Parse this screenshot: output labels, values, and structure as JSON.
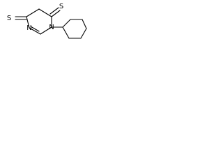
{
  "diagram": {
    "type": "chemical-structure",
    "atoms": {
      "sulfur_top": "S",
      "sulfur_left": "S",
      "nitrogen_ring_upper": "N",
      "nitrogen_ring_lower": "N"
    },
    "colors": {
      "bond": "#000000",
      "label": "#000000",
      "background": "#ffffff"
    }
  }
}
